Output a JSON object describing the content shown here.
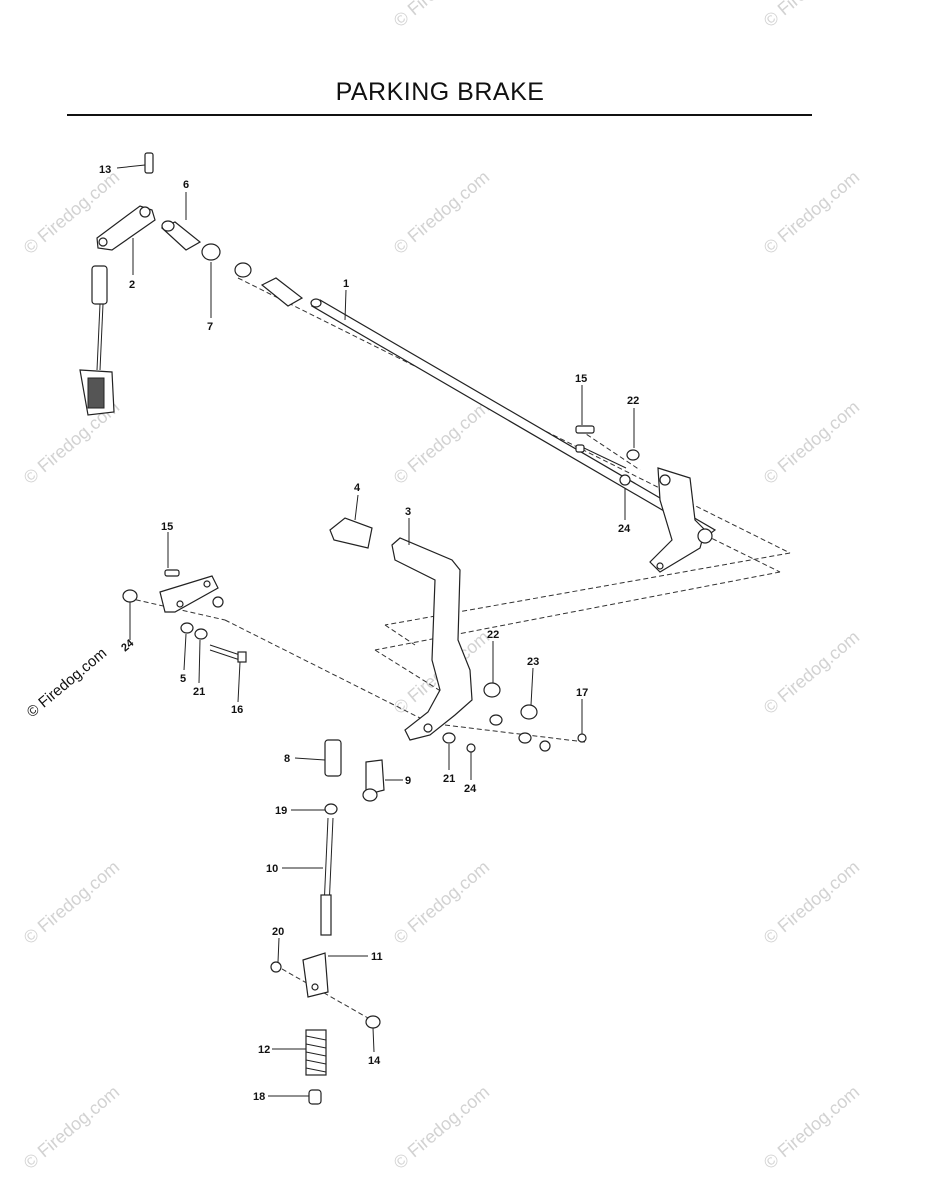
{
  "title": "PARKING BRAKE",
  "watermark": "© Firedog.com",
  "copyright": "© Firedog.com",
  "parts": [
    {
      "id": "p1",
      "label": "1"
    },
    {
      "id": "p2",
      "label": "2"
    },
    {
      "id": "p3",
      "label": "3"
    },
    {
      "id": "p4",
      "label": "4"
    },
    {
      "id": "p5",
      "label": "5"
    },
    {
      "id": "p6",
      "label": "6"
    },
    {
      "id": "p7",
      "label": "7"
    },
    {
      "id": "p8",
      "label": "8"
    },
    {
      "id": "p9",
      "label": "9"
    },
    {
      "id": "p10",
      "label": "10"
    },
    {
      "id": "p11",
      "label": "11"
    },
    {
      "id": "p12",
      "label": "12"
    },
    {
      "id": "p13",
      "label": "13"
    },
    {
      "id": "p14",
      "label": "14"
    },
    {
      "id": "p15a",
      "label": "15"
    },
    {
      "id": "p15b",
      "label": "15"
    },
    {
      "id": "p16",
      "label": "16"
    },
    {
      "id": "p17",
      "label": "17"
    },
    {
      "id": "p18",
      "label": "18"
    },
    {
      "id": "p19",
      "label": "19"
    },
    {
      "id": "p20",
      "label": "20"
    },
    {
      "id": "p21a",
      "label": "21"
    },
    {
      "id": "p21b",
      "label": "21"
    },
    {
      "id": "p22a",
      "label": "22"
    },
    {
      "id": "p22b",
      "label": "22"
    },
    {
      "id": "p23",
      "label": "23"
    },
    {
      "id": "p24a",
      "label": "24"
    },
    {
      "id": "p24b",
      "label": "24"
    },
    {
      "id": "p24c",
      "label": "24"
    }
  ]
}
